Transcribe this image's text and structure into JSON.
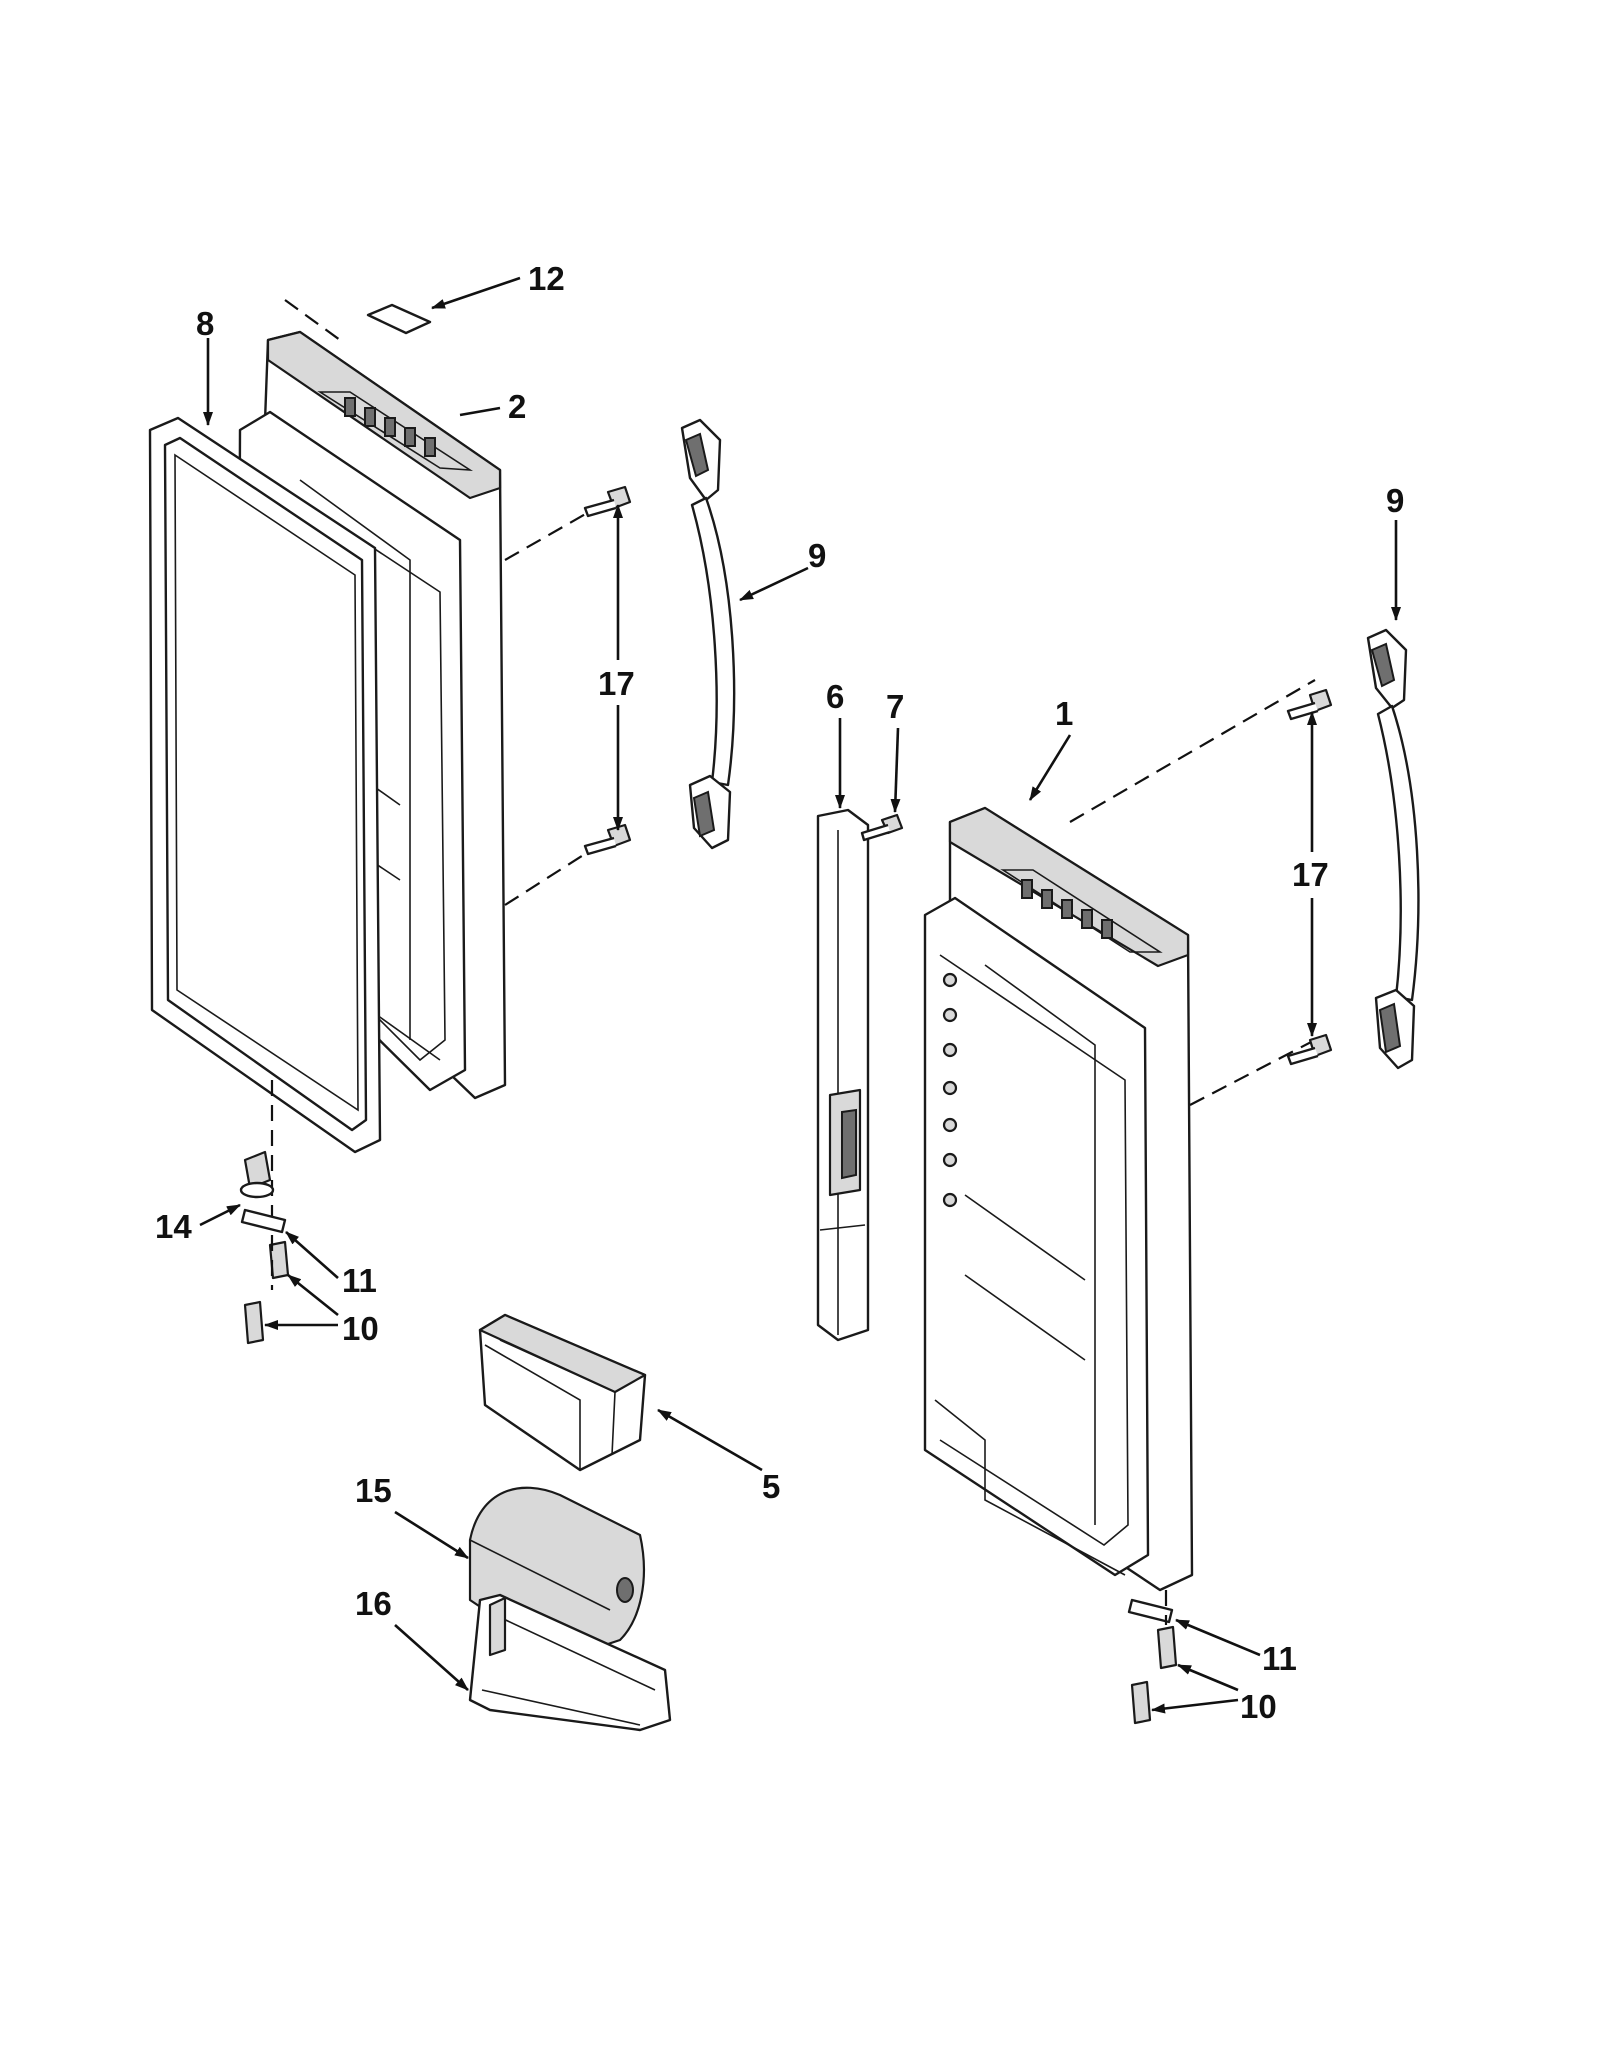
{
  "callouts": {
    "c1": "1",
    "c2": "2",
    "c5": "5",
    "c6": "6",
    "c7": "7",
    "c8": "8",
    "c9a": "9",
    "c9b": "9",
    "c10a": "10",
    "c10b": "10",
    "c11a": "11",
    "c11b": "11",
    "c12": "12",
    "c14": "14",
    "c15": "15",
    "c16": "16",
    "c17a": "17",
    "c17b": "17"
  }
}
